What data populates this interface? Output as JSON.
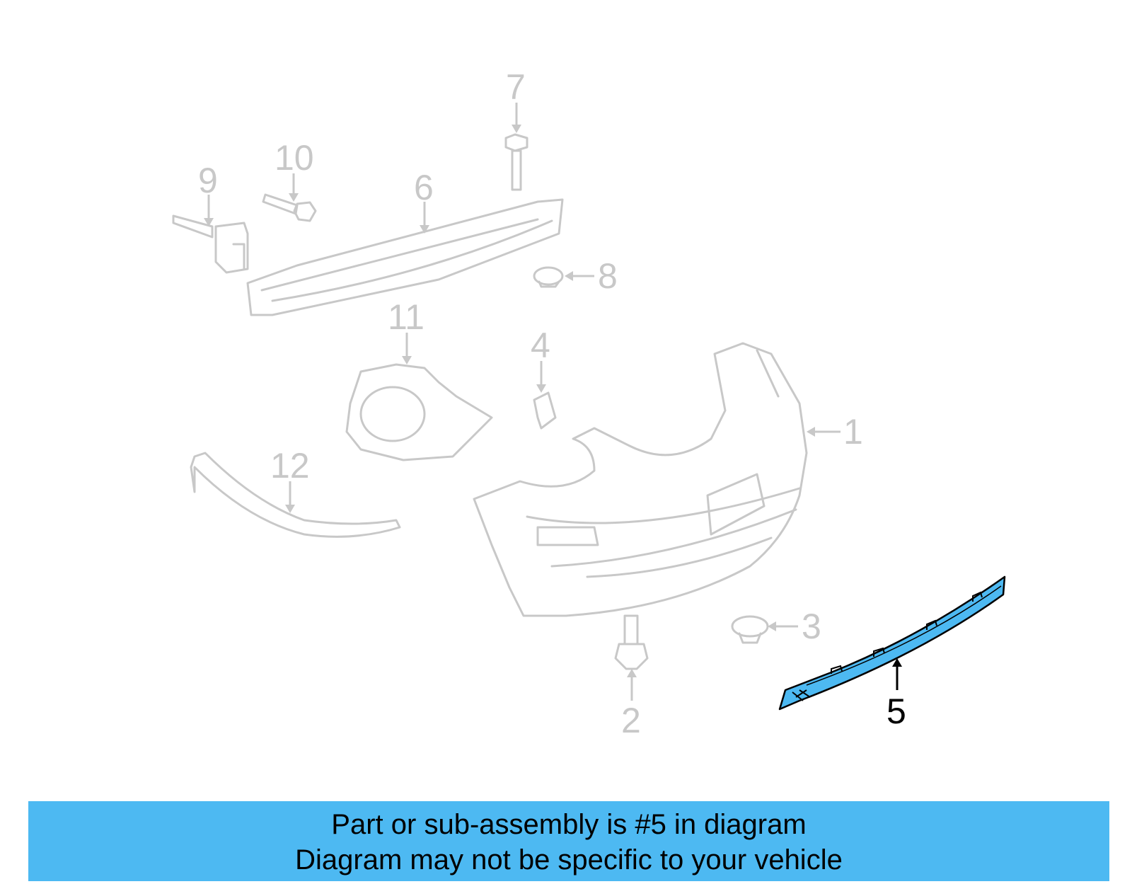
{
  "diagram": {
    "highlighted_part": "5",
    "colors": {
      "highlight": "#4db9f2",
      "dim": "#c8c8c8",
      "banner": "#4db9f2"
    },
    "callouts": [
      {
        "id": "1",
        "label": "1"
      },
      {
        "id": "2",
        "label": "2"
      },
      {
        "id": "3",
        "label": "3"
      },
      {
        "id": "4",
        "label": "4"
      },
      {
        "id": "5",
        "label": "5"
      },
      {
        "id": "6",
        "label": "6"
      },
      {
        "id": "7",
        "label": "7"
      },
      {
        "id": "8",
        "label": "8"
      },
      {
        "id": "9",
        "label": "9"
      },
      {
        "id": "10",
        "label": "10"
      },
      {
        "id": "11",
        "label": "11"
      },
      {
        "id": "12",
        "label": "12"
      }
    ]
  },
  "banner": {
    "line1": "Part or sub-assembly is #5 in diagram",
    "line2": "Diagram may not be specific to your vehicle"
  }
}
